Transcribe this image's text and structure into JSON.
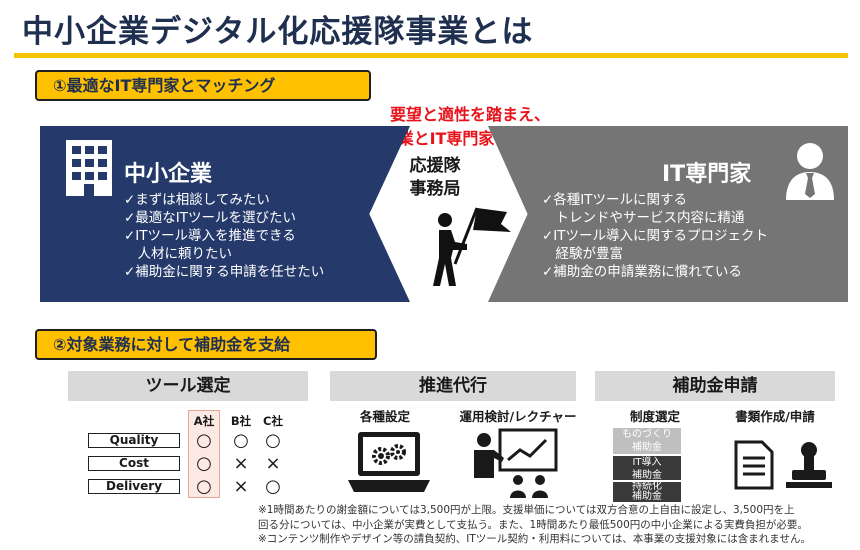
{
  "title": "中小企業デジタル化応援隊事業とは",
  "section1": {
    "label": "①最適なIT専門家とマッチング"
  },
  "tagline": {
    "line1": "要望と適性を踏まえ、",
    "line2": "中小企業とIT専門家をマッチング"
  },
  "sme": {
    "title": "中小企業",
    "items": [
      "✓まずは相談してみたい",
      "✓最適なITツールを選びたい",
      "✓ITツール導入を推進できる",
      "　人材に頼りたい",
      "✓補助金に関する申請を任せたい"
    ]
  },
  "center": {
    "line1": "応援隊",
    "line2": "事務局"
  },
  "it": {
    "title": "IT専門家",
    "items": [
      "✓各種ITツールに関する",
      "　トレンドやサービス内容に精通",
      "✓ITツール導入に関するプロジェクト",
      "　経験が豊富",
      "✓補助金の申請業務に慣れている"
    ]
  },
  "section2": {
    "label": "②対象業務に対して補助金を支給"
  },
  "tool": {
    "header": "ツール選定",
    "columns": [
      "A社",
      "B社",
      "C社"
    ],
    "rows": [
      {
        "label": "Quality",
        "marks": [
          "○",
          "○",
          "○"
        ]
      },
      {
        "label": "Cost",
        "marks": [
          "○",
          "×",
          "×"
        ]
      },
      {
        "label": "Delivery",
        "marks": [
          "○",
          "×",
          "○"
        ]
      }
    ]
  },
  "promo": {
    "header": "推進代行",
    "sub1": "各種設定",
    "sub2": "運用検討/レクチャー"
  },
  "subsidy": {
    "header": "補助金申請",
    "sub1": "制度選定",
    "sub2": "書類作成/申請",
    "systems": [
      "ものづくり\n補助金",
      "IT導入\n補助金",
      "持続化\n補助金"
    ]
  },
  "note": {
    "line1": "※1時間あたりの謝金額については3,500円が上限。支援単価については双方合意の上自由に設定し、3,500円を上",
    "line2": "回る分については、中小企業が実費として支払う。また、1時間あたり最低500円の中小企業による実費負担が必要。",
    "line3": "※コンテンツ制作やデザイン等の請負契約、ITツール契約・利用料については、本事業の支援対象には含まれません。"
  },
  "colors": {
    "navy": "#25396b",
    "grey": "#757575",
    "accent_yellow": "#ffc000",
    "red": "#e8121a"
  },
  "icons": [
    "building-icon",
    "businessman-icon",
    "flag-person-icon",
    "laptop-gears-icon",
    "presenter-icon",
    "document-icon",
    "stamp-icon"
  ]
}
